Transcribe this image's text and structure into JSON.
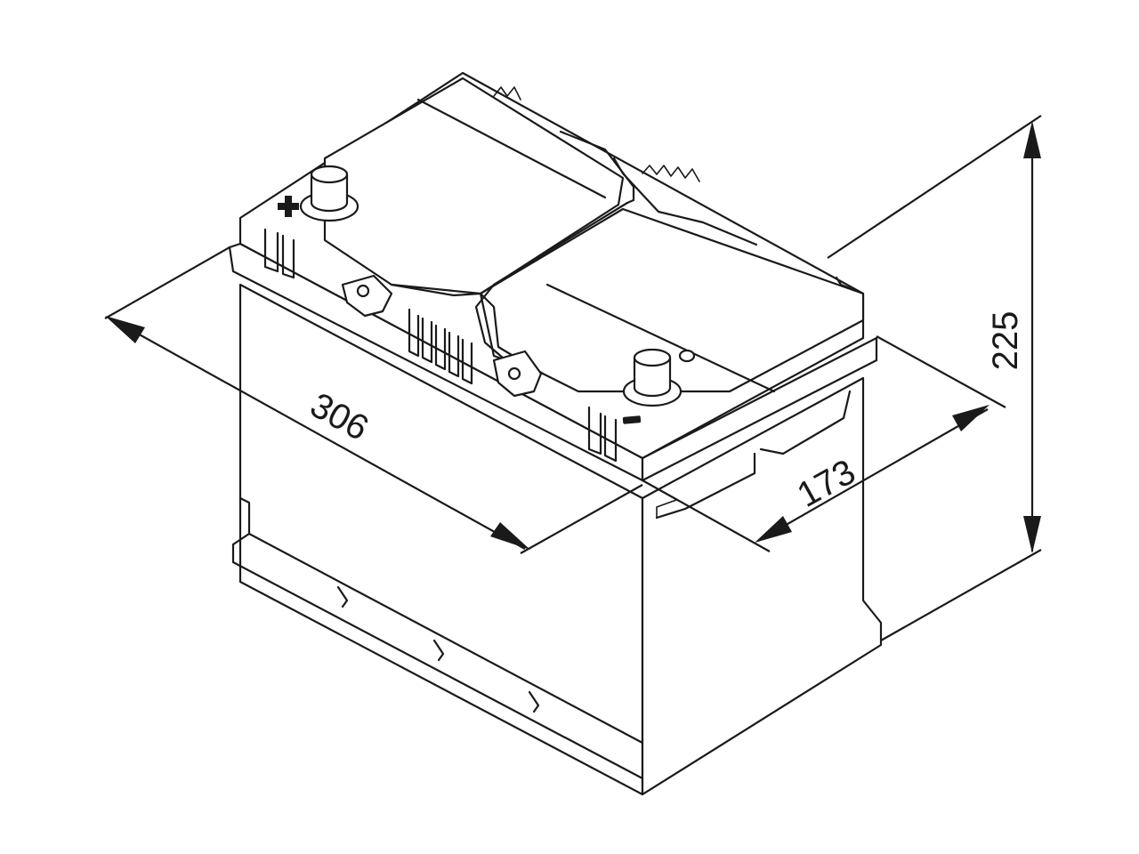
{
  "dimensions": {
    "length": "306",
    "width": "173",
    "height": "225"
  },
  "colors": {
    "line": "#1a1a1a",
    "background": "#ffffff"
  }
}
